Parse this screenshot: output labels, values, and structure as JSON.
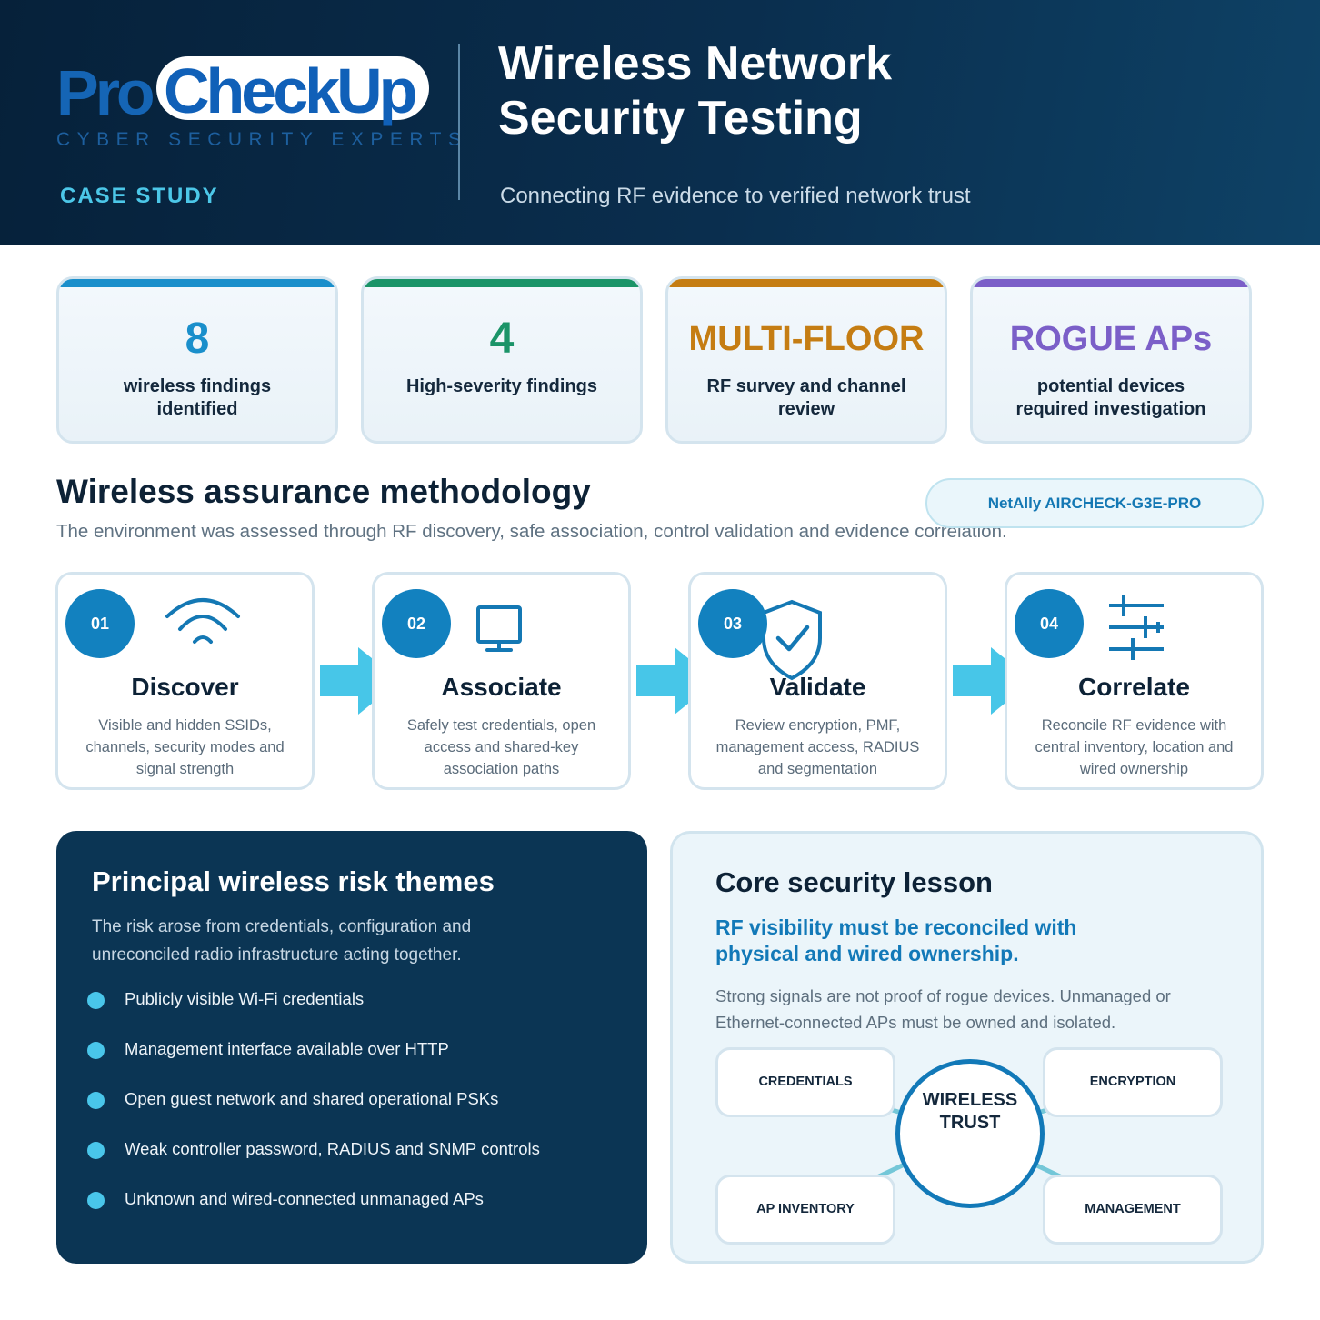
{
  "header": {
    "logo_pro": "Pro",
    "logo_checkup": "CheckUp",
    "logo_tagline": "CYBER SECURITY EXPERTS",
    "case_study": "CASE STUDY",
    "title_line1": "Wireless Network",
    "title_line2": "Security Testing",
    "subtitle": "Connecting RF evidence to verified network trust"
  },
  "stats": [
    {
      "value": "8",
      "label": "wireless findings identified",
      "color": "#1a8fcb"
    },
    {
      "value": "4",
      "label": "High-severity findings",
      "color": "#1b9468"
    },
    {
      "value": "MULTI-FLOOR",
      "label": "RF survey and channel review",
      "color": "#c57d13"
    },
    {
      "value": "ROGUE APs",
      "label": "potential devices required investigation",
      "color": "#7b5fc8"
    }
  ],
  "methodology": {
    "title": "Wireless assurance methodology",
    "subtitle": "The environment was assessed through RF discovery, safe association, control validation and evidence correlation.",
    "tool_badge": "NetAlly AIRCHECK-G3E-PRO",
    "steps": [
      {
        "num": "01",
        "title": "Discover",
        "desc": "Visible and hidden SSIDs, channels, security modes and signal strength",
        "icon": "wifi-icon"
      },
      {
        "num": "02",
        "title": "Associate",
        "desc": "Safely test credentials, open access and shared-key association paths",
        "icon": "monitor-icon"
      },
      {
        "num": "03",
        "title": "Validate",
        "desc": "Review encryption, PMF, management access, RADIUS and segmentation",
        "icon": "shield-check-icon"
      },
      {
        "num": "04",
        "title": "Correlate",
        "desc": "Reconcile RF evidence with central inventory, location and wired ownership",
        "icon": "sliders-icon"
      }
    ]
  },
  "risk": {
    "title": "Principal wireless risk themes",
    "subtitle": "The risk arose from credentials, configuration and unreconciled radio infrastructure acting together.",
    "items": [
      "Publicly visible Wi-Fi credentials",
      "Management interface available over HTTP",
      "Open guest network and shared operational PSKs",
      "Weak controller password, RADIUS and SNMP controls",
      "Unknown and wired-connected unmanaged APs"
    ]
  },
  "lesson": {
    "title": "Core security lesson",
    "highlight": "RF visibility must be reconciled with physical and wired ownership.",
    "body": "Strong signals are not proof of rogue devices. Unmanaged or Ethernet-connected APs must be owned and isolated.",
    "pillars": [
      "CREDENTIALS",
      "ENCRYPTION",
      "AP INVENTORY",
      "MANAGEMENT"
    ],
    "center": "WIRELESS TRUST"
  }
}
